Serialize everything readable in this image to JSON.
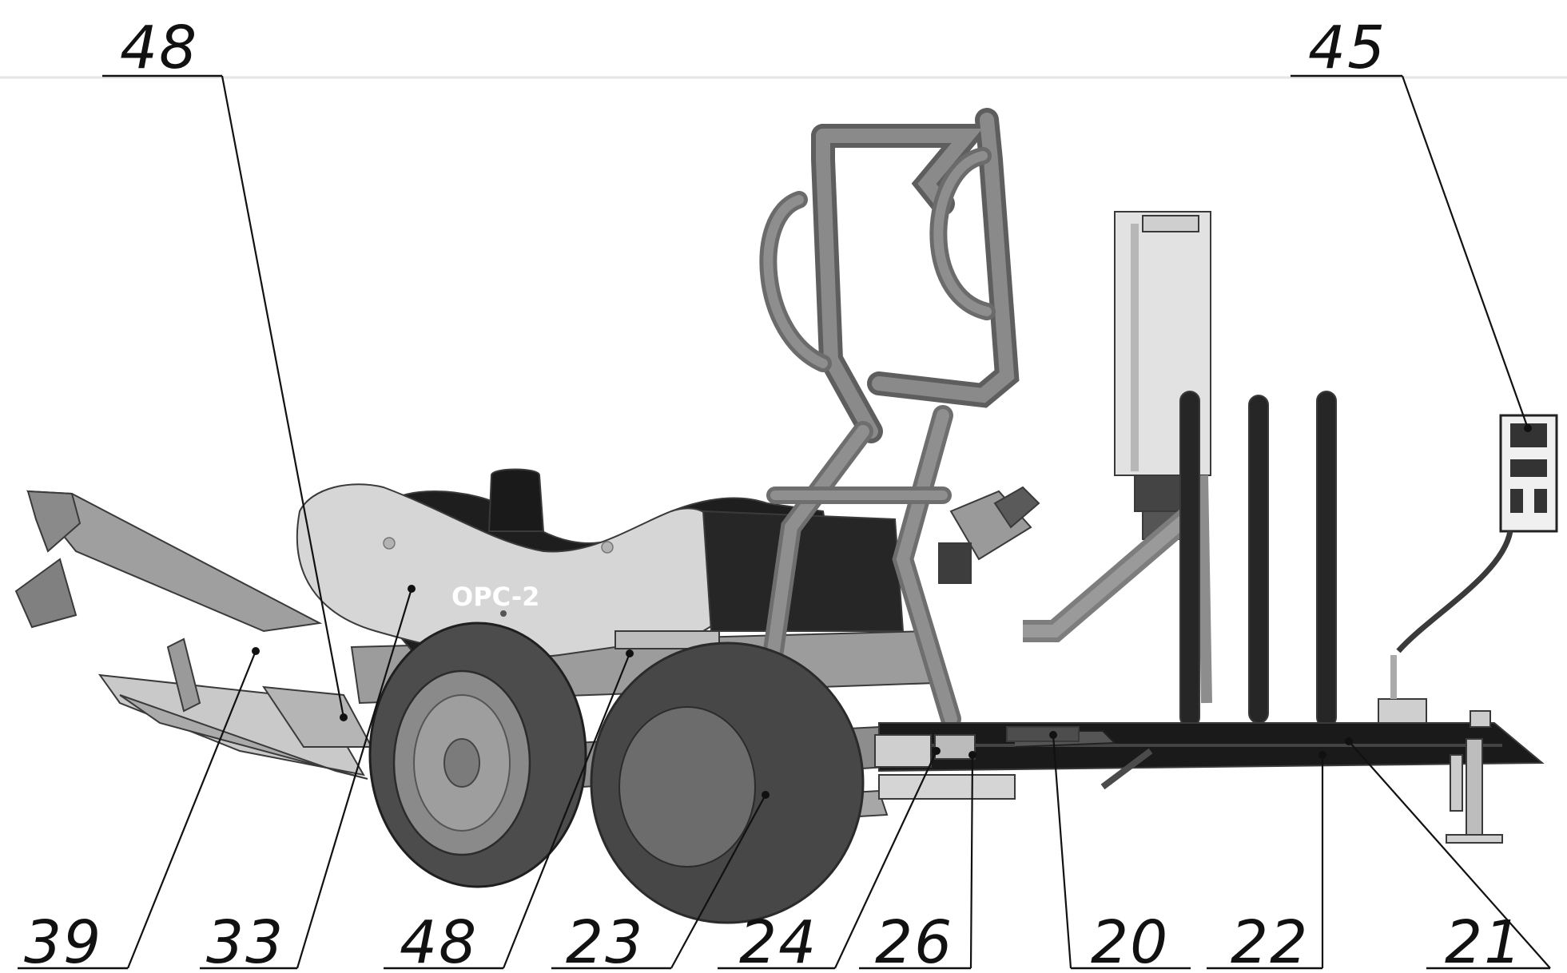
{
  "drawing": {
    "machine_label": "OPC-2",
    "callouts": [
      {
        "id": "top-left",
        "label": "48"
      },
      {
        "id": "top-right",
        "label": "45"
      },
      {
        "id": "b39",
        "label": "39"
      },
      {
        "id": "b33",
        "label": "33"
      },
      {
        "id": "b48",
        "label": "48"
      },
      {
        "id": "b23",
        "label": "23"
      },
      {
        "id": "b24",
        "label": "24"
      },
      {
        "id": "b26",
        "label": "26"
      },
      {
        "id": "b20",
        "label": "20"
      },
      {
        "id": "b22",
        "label": "22"
      },
      {
        "id": "b21",
        "label": "21"
      }
    ]
  },
  "colors": {
    "body_grey": "#a8a8a8",
    "light_grey": "#d9d9d9",
    "dark": "#1c1c1c",
    "frame_grey": "#8d8d8d",
    "tyre": "#4a4a4a"
  }
}
